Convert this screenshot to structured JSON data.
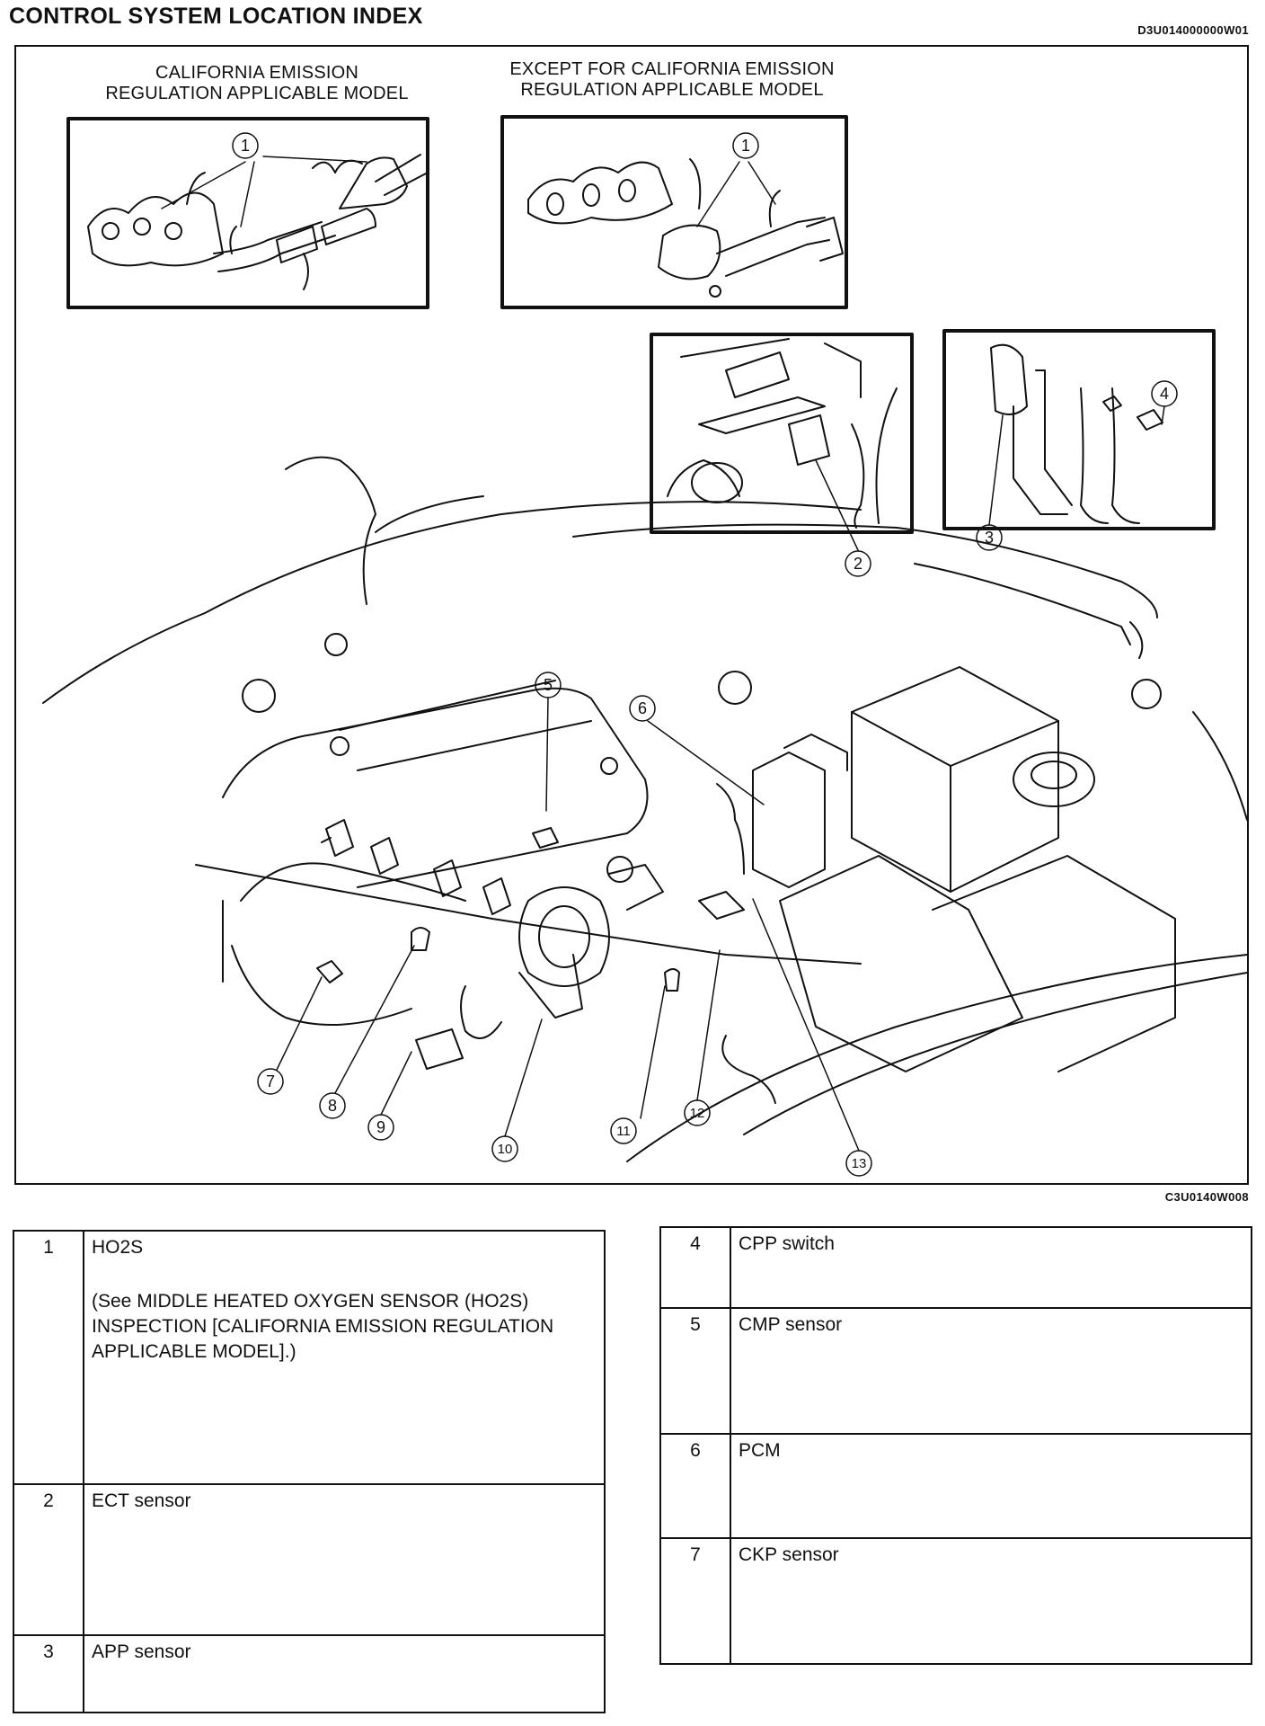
{
  "header": {
    "title": "CONTROL SYSTEM LOCATION INDEX",
    "doc_code": "D3U014000000W01"
  },
  "figure": {
    "caption_california": [
      "CALIFORNIA EMISSION",
      "REGULATION APPLICABLE MODEL"
    ],
    "caption_except": [
      "EXCEPT FOR CALIFORNIA EMISSION",
      "REGULATION APPLICABLE MODEL"
    ],
    "callouts": [
      "1",
      "2",
      "3",
      "4",
      "5",
      "6",
      "7",
      "8",
      "9",
      "10",
      "11",
      "12",
      "13"
    ],
    "code": "C3U0140W008"
  },
  "legend_left": [
    {
      "num": "1",
      "name": "HO2S",
      "note": "(See MIDDLE HEATED OXYGEN SENSOR (HO2S) INSPECTION [CALIFORNIA EMISSION REGULATION APPLICABLE MODEL].)"
    },
    {
      "num": "2",
      "name": "ECT sensor"
    },
    {
      "num": "3",
      "name": "APP sensor"
    }
  ],
  "legend_right": [
    {
      "num": "4",
      "name": "CPP switch"
    },
    {
      "num": "5",
      "name": "CMP sensor"
    },
    {
      "num": "6",
      "name": "PCM"
    },
    {
      "num": "7",
      "name": "CKP sensor"
    }
  ]
}
